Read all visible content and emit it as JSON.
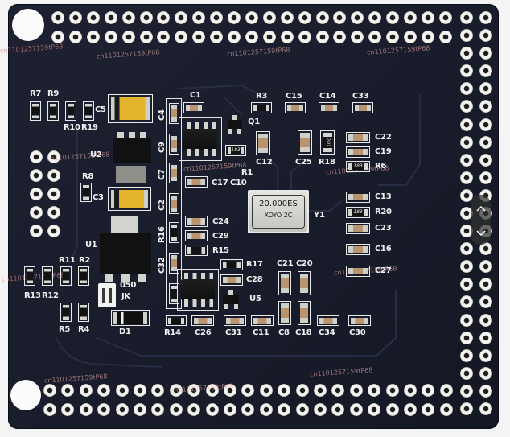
{
  "labels": {
    "r7": "R7",
    "r9": "R9",
    "c5": "C5",
    "c1": "C1",
    "r3": "R3",
    "c15": "C15",
    "c14": "C14",
    "c33": "C33",
    "c4": "C4",
    "r10": "R10",
    "r19": "R19",
    "q1": "Q1",
    "c9": "C9",
    "c12": "C12",
    "c22": "C22",
    "c19": "C19",
    "r6": "R6",
    "u2": "U2",
    "r8": "R8",
    "c25": "C25",
    "r18": "R18",
    "c7": "C7",
    "c17": "C17",
    "c10": "C10",
    "r1": "R1",
    "c3": "C3",
    "c2": "C2",
    "y1": "Y1",
    "c13": "C13",
    "r20": "R20",
    "c23": "C23",
    "c24": "C24",
    "c29": "C29",
    "r16": "R16",
    "u1": "U1",
    "r15": "R15",
    "c16": "C16",
    "c32": "C32",
    "r17": "R17",
    "c21": "C21",
    "c20": "C20",
    "c27": "C27",
    "c28": "C28",
    "r11": "R11",
    "r2": "R2",
    "u5": "U5",
    "r13": "R13",
    "r12": "R12",
    "d1": "D1",
    "r5": "R5",
    "r4": "R4",
    "r14": "R14",
    "c26": "C26",
    "c31": "C31",
    "c11": "C11",
    "c8": "C8",
    "c18": "C18",
    "c34": "C34",
    "c30": "C30"
  },
  "crystal": {
    "frequency": "20.000ES",
    "marking": "XOYO 2C"
  },
  "connector": {
    "code": "050",
    "label": "JK"
  },
  "markings": {
    "r_top": "183",
    "r6": "183",
    "r20": "183",
    "r18": "201"
  },
  "watermark": "cn1101257159tP68",
  "colors": {
    "board": "#191c2b",
    "silkscreen": "#e9e9e9",
    "pad": "#d4d4cf",
    "tantalum": "#e3b52c"
  },
  "carousel": {
    "up_icon": "chevron-up-icon",
    "down_icon": "chevron-down-icon"
  }
}
